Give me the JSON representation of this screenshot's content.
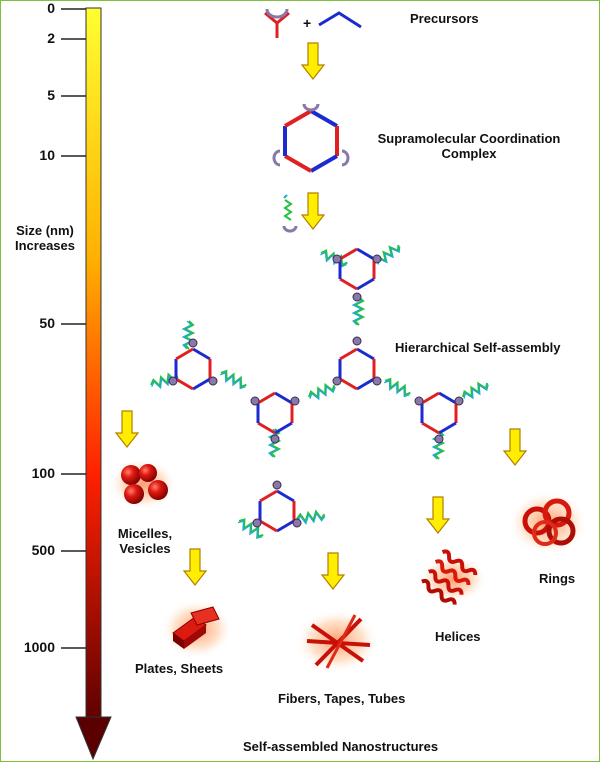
{
  "scale": {
    "ticks": [
      "0",
      "2",
      "5",
      "10",
      "50",
      "100",
      "500",
      "1000"
    ],
    "axis_label_line1": "Size (nm)",
    "axis_label_line2": "Increases"
  },
  "stages": {
    "precursors": "Precursors",
    "complex_line1": "Supramolecular Coordination",
    "complex_line2": "Complex",
    "hierarchical": "Hierarchical Self-assembly",
    "plus": "+"
  },
  "products": {
    "micelles_line1": "Micelles,",
    "micelles_line2": "Vesicles",
    "plates": "Plates,  Sheets",
    "fibers": "Fibers, Tapes, Tubes",
    "helices": "Helices",
    "rings": "Rings"
  },
  "footer": "Self-assembled Nanostructures",
  "colors": {
    "hex_red": "#e02020",
    "hex_blue": "#1c2bd0",
    "arrow_yellow": "#ffee00",
    "linker_green": "#28c040",
    "linker_cyan": "#20a8d8",
    "node_purple": "#8a78a8",
    "product_red": "#dd1a10",
    "border_green": "#7fbf3f"
  }
}
